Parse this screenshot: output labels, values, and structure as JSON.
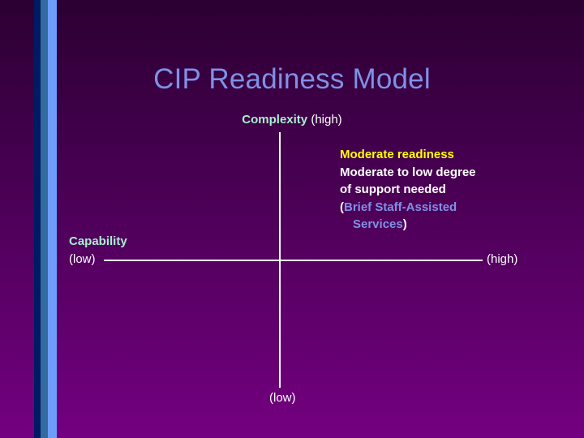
{
  "slide": {
    "title": "CIP Readiness Model",
    "title_color": "#7f91e6",
    "background_top_color": "#2b0032",
    "background_bottom_color": "#730080"
  },
  "decor": {
    "stripes": [
      {
        "name": "navy-stripe",
        "color": "#001a63"
      },
      {
        "name": "steel-stripe",
        "color": "#336b9e"
      },
      {
        "name": "light-stripe",
        "color": "#6f9dfb"
      }
    ]
  },
  "axes": {
    "vertical": {
      "top_label_strong": "Complexity",
      "top_label_value": " (high)",
      "bottom_label": "(low)",
      "color": "#ffffff"
    },
    "horizontal": {
      "left_label_strong": "Capability",
      "left_label_value": "(low)",
      "right_label": "(high)",
      "color": "#ffffff"
    },
    "label_strong_color": "#a8efcf"
  },
  "annotation": {
    "heading": "Moderate readiness",
    "heading_color": "#ffff00",
    "line1": "Moderate to low degree",
    "line2": "of support needed",
    "paren_open": "(",
    "service_line1": "Brief Staff-Assisted",
    "service_line2": "Services",
    "paren_close": ")",
    "service_color": "#7f91e6",
    "body_color": "#ffffff"
  }
}
